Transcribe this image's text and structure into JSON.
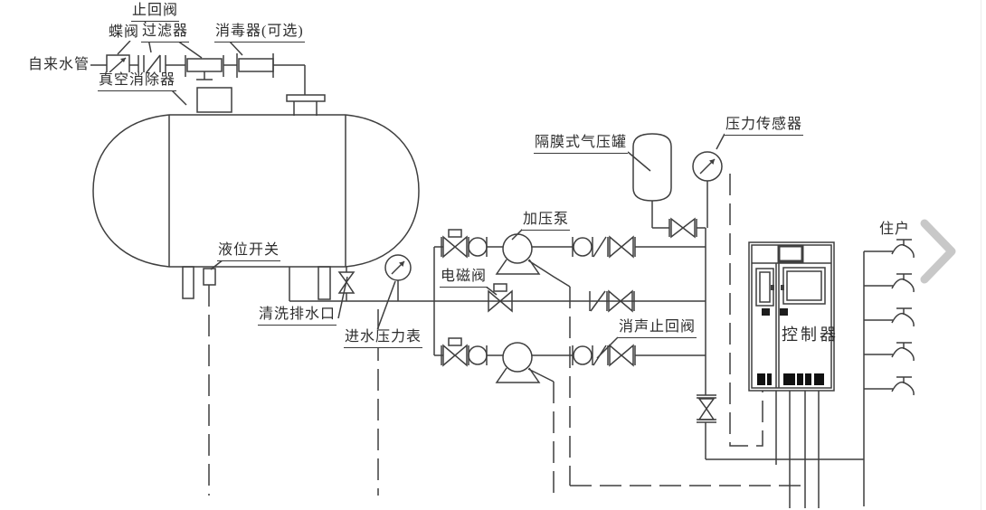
{
  "labels": {
    "tap_water_pipe": "自来水管",
    "butterfly_valve": "蝶阀",
    "check_valve": "止回阀",
    "filter": "过滤器",
    "sterilizer": "消毒器(可选)",
    "vacuum_eliminator": "真空消除器",
    "level_switch": "液位开关",
    "cleaning_drain": "清洗排水口",
    "inlet_pressure_gauge": "进水压力表",
    "solenoid_valve": "电磁阀",
    "booster_pump": "加压泵",
    "silent_check_valve": "消声止回阀",
    "diaphragm_tank": "隔膜式气压罐",
    "pressure_sensor": "压力传感器",
    "controller": "控制器",
    "residents": "住户"
  },
  "icons": {
    "next_arrow": "chevron-right"
  },
  "colors": {
    "line": "#3f3f3f",
    "chevron": "#c8c8c8",
    "background": "#ffffff"
  }
}
